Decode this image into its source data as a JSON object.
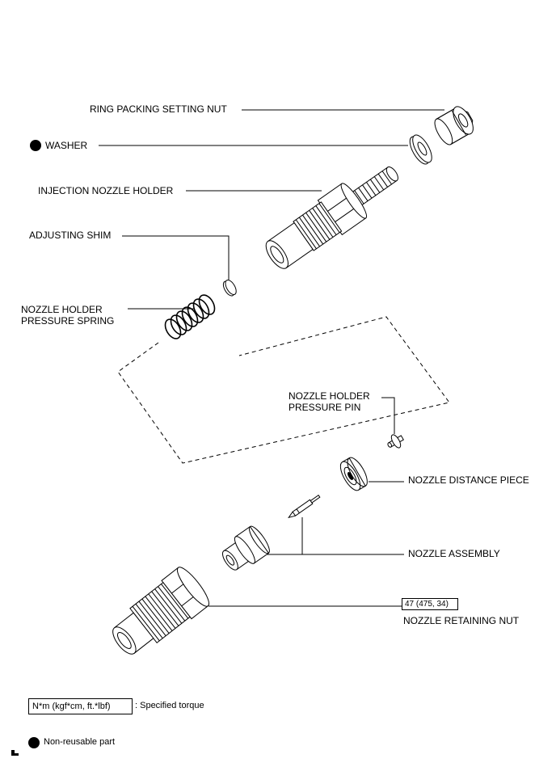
{
  "labels": {
    "ring_packing_setting_nut": "RING PACKING SETTING NUT",
    "washer": "WASHER",
    "injection_nozzle_holder": "INJECTION NOZZLE HOLDER",
    "adjusting_shim": "ADJUSTING SHIM",
    "nozzle_holder_pressure_spring": [
      "NOZZLE HOLDER",
      "PRESSURE SPRING"
    ],
    "nozzle_holder_pressure_pin": [
      "NOZZLE HOLDER",
      "PRESSURE PIN"
    ],
    "nozzle_distance_piece": "NOZZLE DISTANCE PIECE",
    "nozzle_assembly": "NOZZLE ASSEMBLY",
    "nozzle_retaining_nut": "NOZZLE RETAINING NUT"
  },
  "torque": {
    "nozzle_retaining_nut": "47 (475, 34)"
  },
  "legend": {
    "torque_units": "N*m (kgf*cm, ft.*lbf)",
    "torque_text": ": Specified torque",
    "non_reusable_text": "Non-reusable part"
  },
  "icons": {
    "non_reusable_marker": "filled-circle-icon",
    "corner_mark": "page-corner-icon"
  }
}
